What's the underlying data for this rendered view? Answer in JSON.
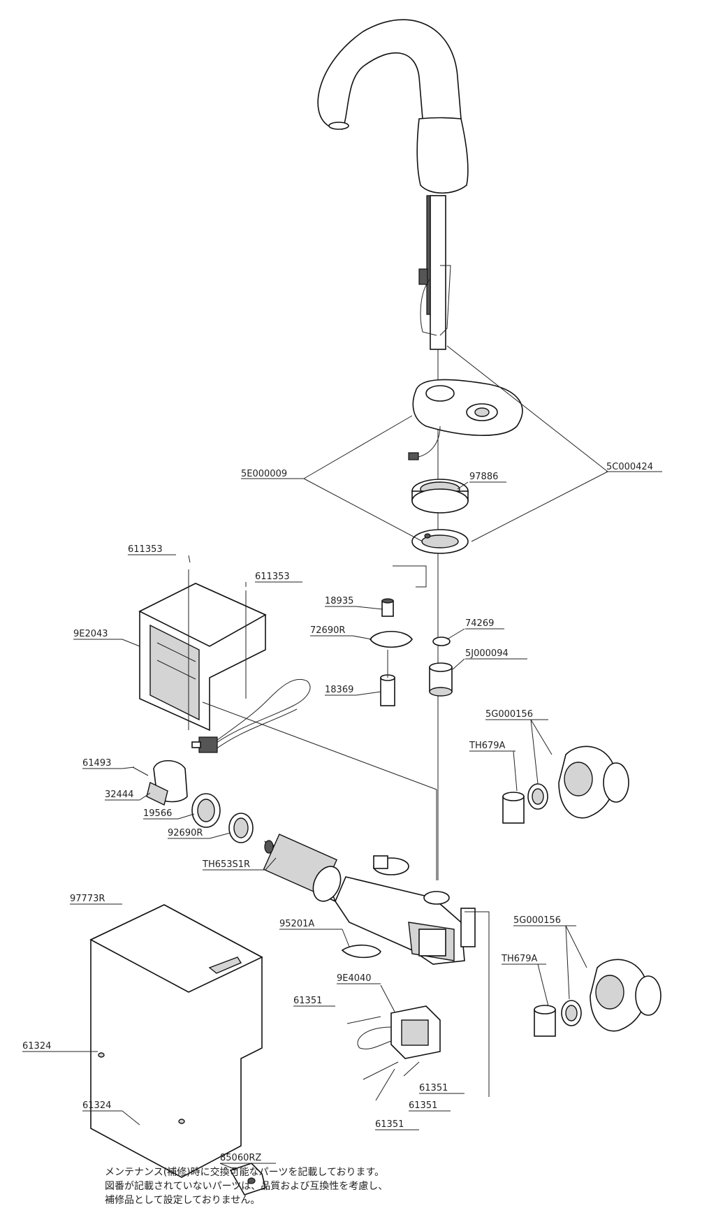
{
  "parts": {
    "p5C000424": "5C000424",
    "p5E000009": "5E000009",
    "p97886": "97886",
    "p611353_a": "611353",
    "p611353_b": "611353",
    "p18935": "18935",
    "p72690R": "72690R",
    "p18369": "18369",
    "p74269": "74269",
    "p5J000094": "5J000094",
    "p9E2043": "9E2043",
    "p61493": "61493",
    "p32444": "32444",
    "p19566": "19566",
    "p92690R": "92690R",
    "pTH653S1R": "TH653S1R",
    "p5G000156_a": "5G000156",
    "pTH679A_a": "TH679A",
    "p97773R": "97773R",
    "p95201A": "95201A",
    "p9E4040": "9E4040",
    "p61351_a": "61351",
    "p61351_b": "61351",
    "p61351_c": "61351",
    "p61351_d": "61351",
    "p5G000156_b": "5G000156",
    "pTH679A_b": "TH679A",
    "p61324_a": "61324",
    "p61324_b": "61324",
    "p85060RZ": "85060RZ"
  },
  "note": {
    "line1": "メンテナンス(補修)時に交換可能なパーツを記載しております。",
    "line2": "図番が記載されていないパーツは、品質および互換性を考慮し、",
    "line3": "補修品として設定しておりません。"
  }
}
